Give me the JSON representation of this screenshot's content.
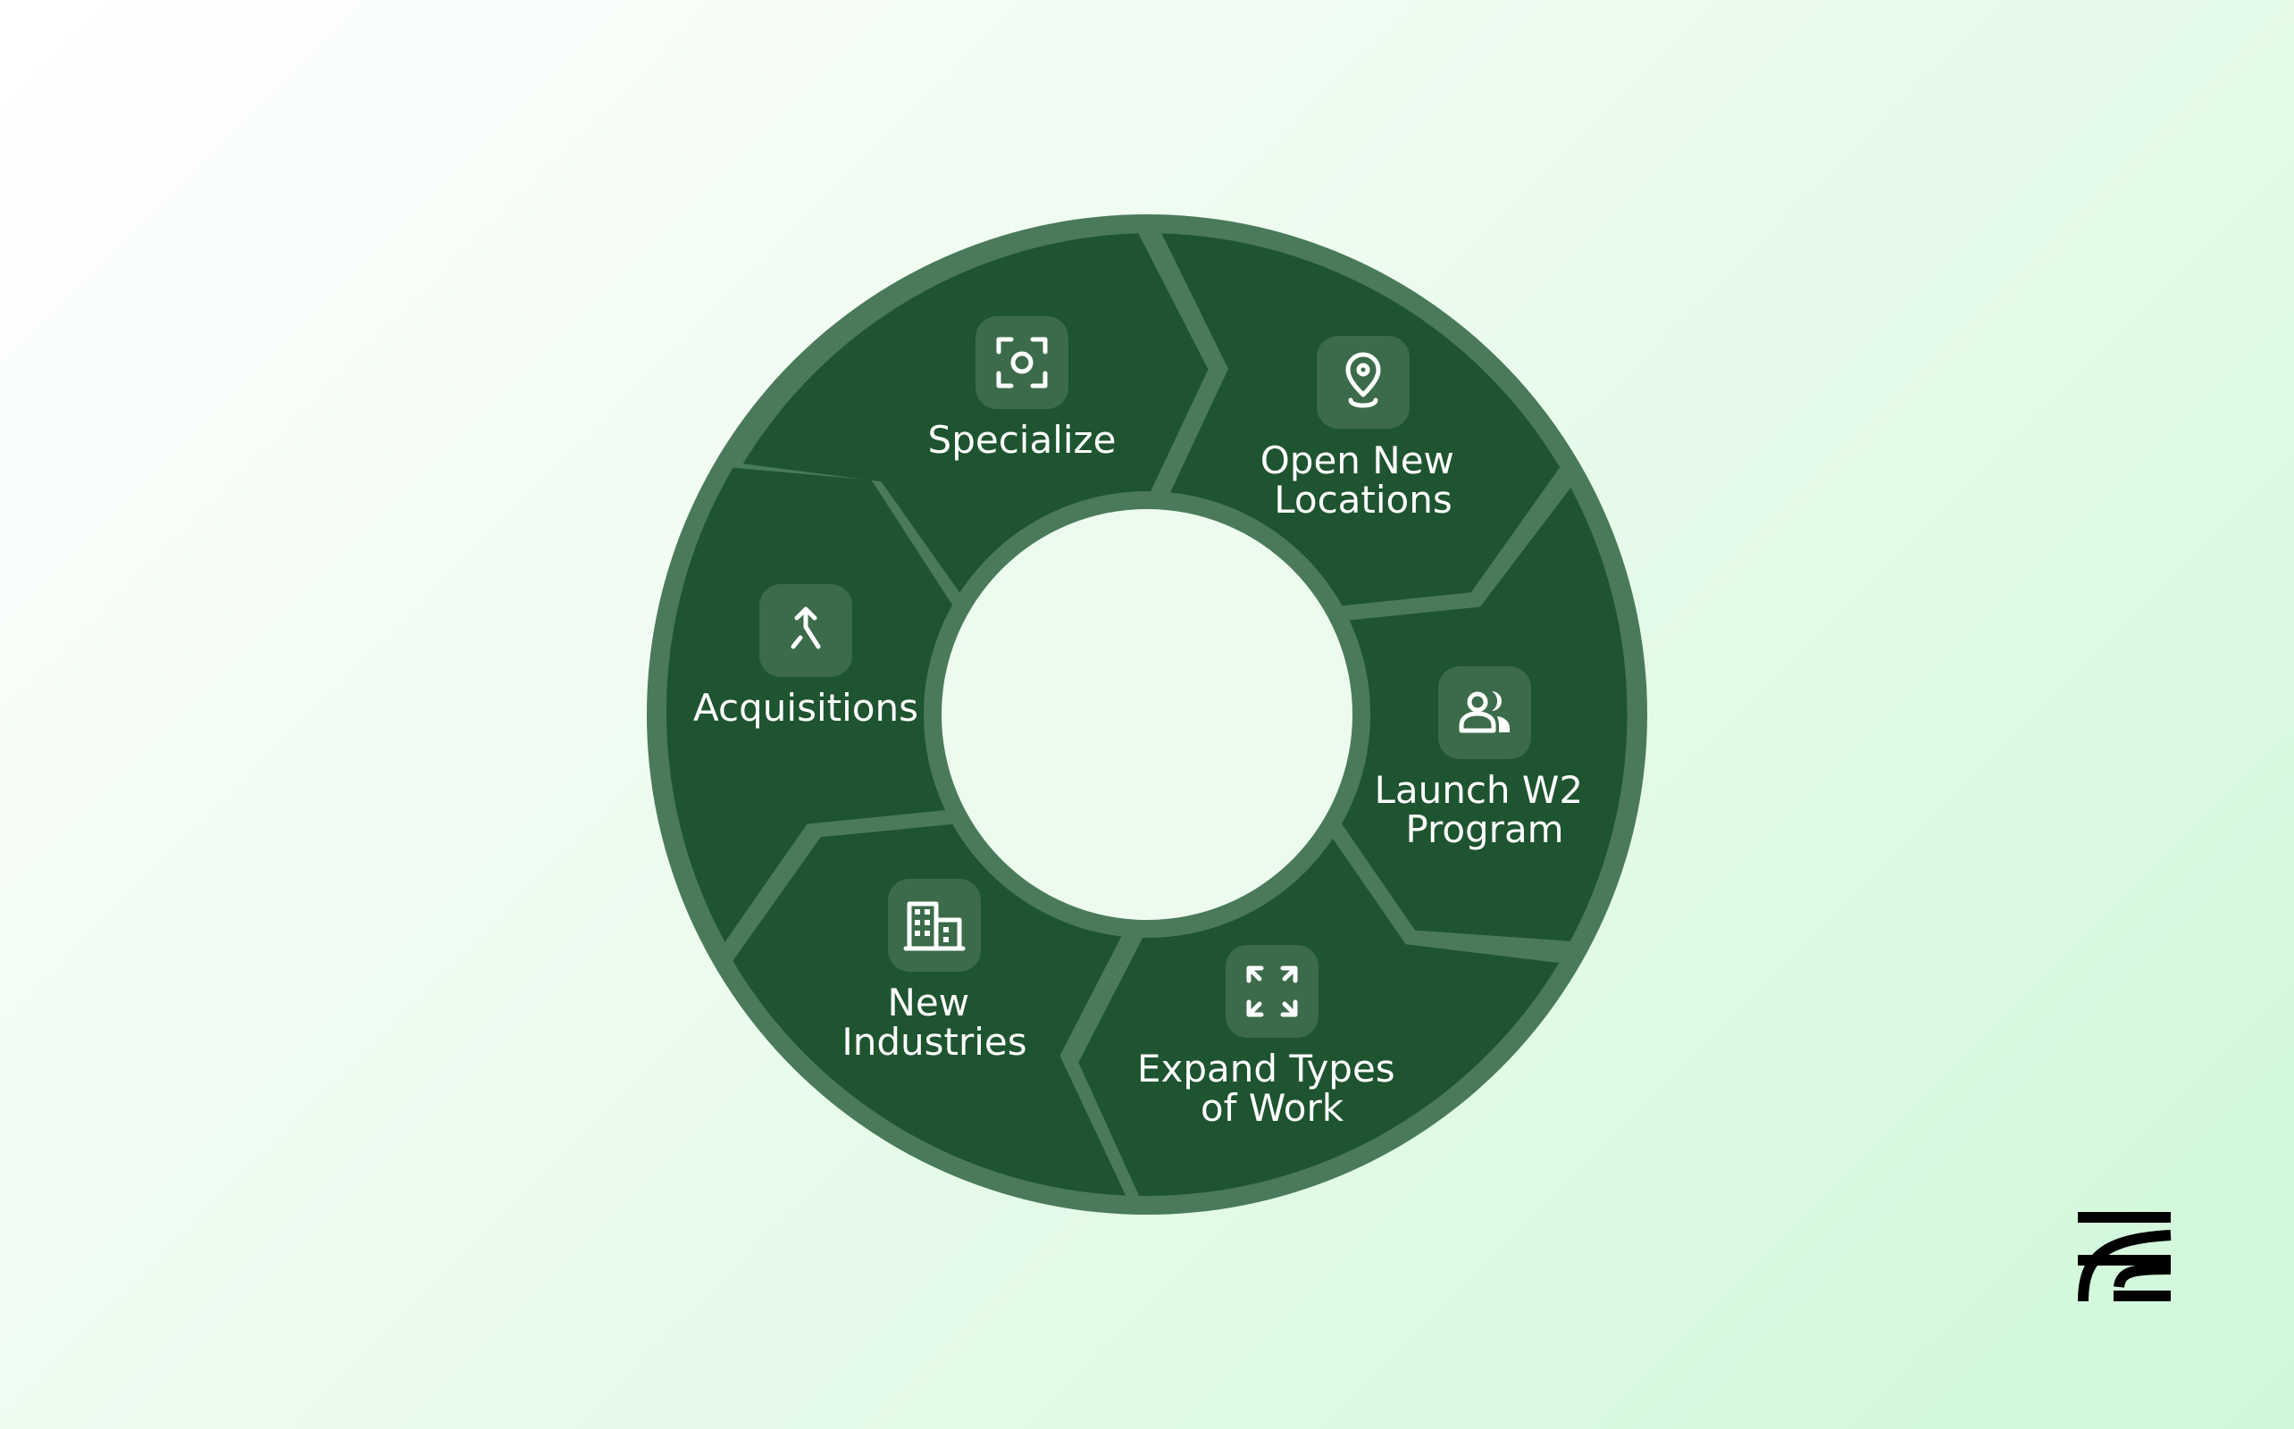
{
  "diagram": {
    "segments": [
      {
        "id": "specialize",
        "lines": [
          "Specialize"
        ],
        "icon": "focus-icon"
      },
      {
        "id": "open-new-locations",
        "lines": [
          "Open New",
          "Locations"
        ],
        "icon": "map-pin-icon"
      },
      {
        "id": "launch-w2-program",
        "lines": [
          "Launch W2",
          "Program"
        ],
        "icon": "users-icon"
      },
      {
        "id": "expand-types-of-work",
        "lines": [
          "Expand Types",
          "of Work"
        ],
        "icon": "expand-icon"
      },
      {
        "id": "new-industries",
        "lines": [
          "New",
          "Industries"
        ],
        "icon": "building-icon"
      },
      {
        "id": "acquisitions",
        "lines": [
          "Acquisitions"
        ],
        "icon": "merge-icon"
      }
    ]
  },
  "colors": {
    "background_start": "#ffffff",
    "background_end": "#cff8d8",
    "segment_fill": "#1f5430",
    "segment_stroke": "#4a7a5a",
    "icon_tile": "#3b6b4a",
    "text": "#ffffff",
    "logo": "#000000"
  },
  "logo": {
    "icon": "brand-logo-icon"
  }
}
